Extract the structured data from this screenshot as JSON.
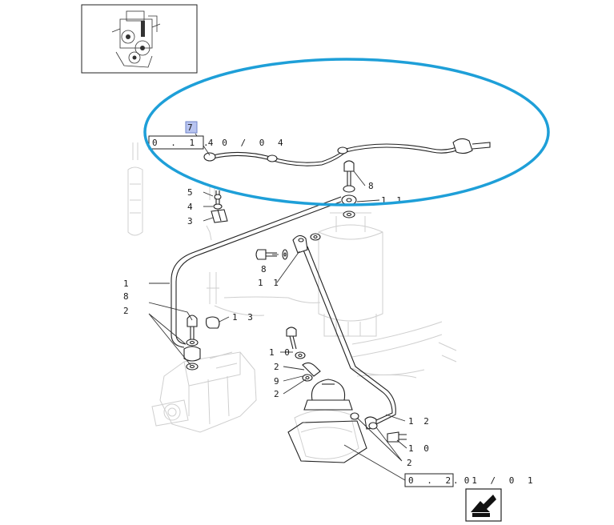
{
  "diagram": {
    "ref_top": {
      "box": "0 . 1 4",
      "suffix": ". 0 / 0 4"
    },
    "ref_bottom": {
      "box": "0 . 2 0",
      "suffix": ". 1 / 0 1"
    },
    "callout_highlight": "7",
    "labels": {
      "p1": "1",
      "p2a": "2",
      "p2b": "2",
      "p2c": "2",
      "p2d": "2",
      "p3": "3",
      "p4": "4",
      "p5": "5",
      "p8a": "8",
      "p8b": "8",
      "p8c": "8",
      "p9": "9",
      "p10a": "1 0",
      "p10b": "1 0",
      "p11a": "1 1",
      "p11b": "1 1",
      "p12": "1 2",
      "p13": "1 3"
    },
    "colors": {
      "highlight_ellipse": "#1e9fd8",
      "callout_fill": "#b8c4f0",
      "ink": "#222222",
      "ghost": "#cfcfcf"
    }
  }
}
